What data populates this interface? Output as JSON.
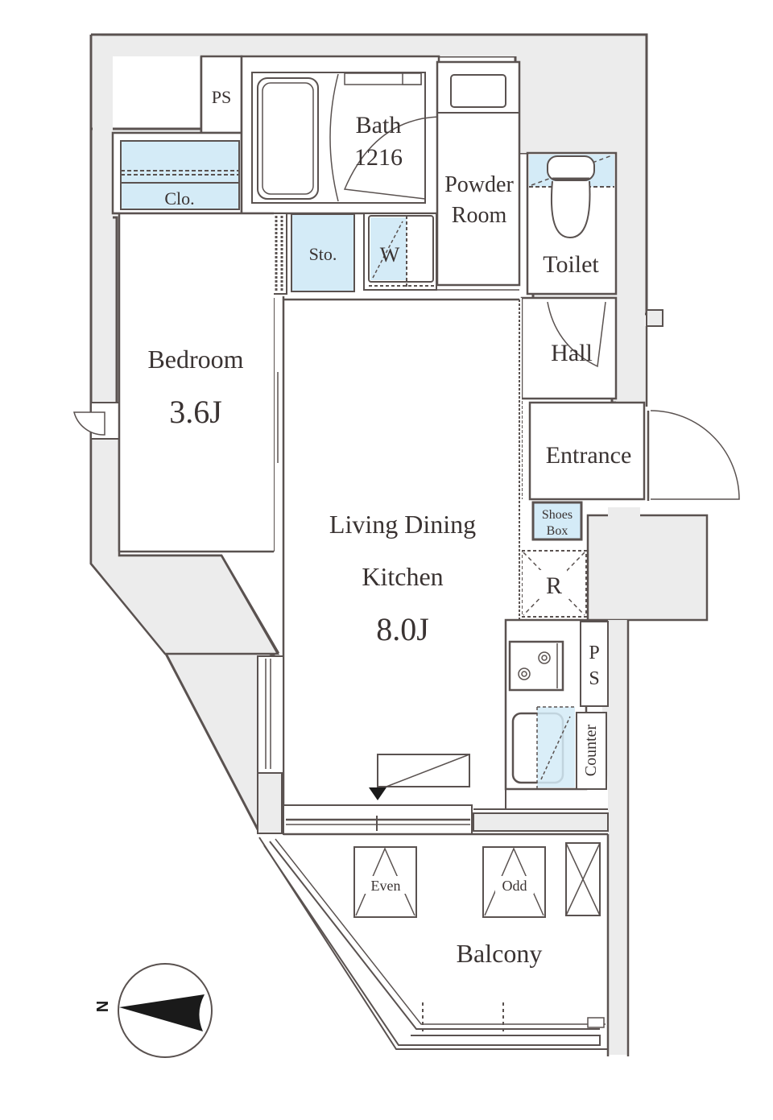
{
  "floorplan": {
    "colors": {
      "wall": "#5a5250",
      "wall_fill": "#ececec",
      "storage_fill": "#d4ebf7",
      "text": "#3a3332",
      "background": "#ffffff"
    },
    "rooms": {
      "ps_top": "PS",
      "bath": "Bath",
      "bath_size": "1216",
      "powder_room_1": "Powder",
      "powder_room_2": "Room",
      "closet": "Clo.",
      "storage": "Sto.",
      "washer": "W",
      "toilet": "Toilet",
      "hall": "Hall",
      "bedroom": "Bedroom",
      "bedroom_size": "3.6J",
      "entrance": "Entrance",
      "shoes_box_1": "Shoes",
      "shoes_box_2": "Box",
      "ldk_1": "Living Dining",
      "ldk_2": "Kitchen",
      "ldk_size": "8.0J",
      "refrigerator": "R",
      "ps_kitchen_1": "P",
      "ps_kitchen_2": "S",
      "counter": "Counter",
      "balcony": "Balcony",
      "hatch_even": "Even",
      "hatch_odd": "Odd"
    },
    "compass": {
      "label": "N"
    }
  }
}
